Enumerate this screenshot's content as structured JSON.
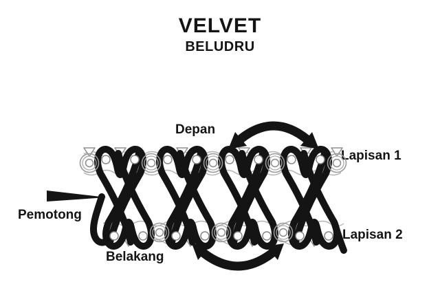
{
  "title": "VELVET",
  "subtitle": "BELUDRU",
  "labels": {
    "front": "Depan",
    "layer1": "Lapisan 1",
    "cutter": "Pemotong",
    "layer2": "Lapisan 2",
    "back": "Belakang"
  },
  "diagram": {
    "type": "velvet double-cloth weave cross-section",
    "front_arrow_icon": "curved-double-headed-arrow-down",
    "back_arrow_icon": "curved-double-headed-arrow-up",
    "cutter_icon": "right-pointing-blade",
    "layer_count": 2
  },
  "colors": {
    "ink": "#141414",
    "ground": "#a6a6a6",
    "background": "#ffffff"
  }
}
